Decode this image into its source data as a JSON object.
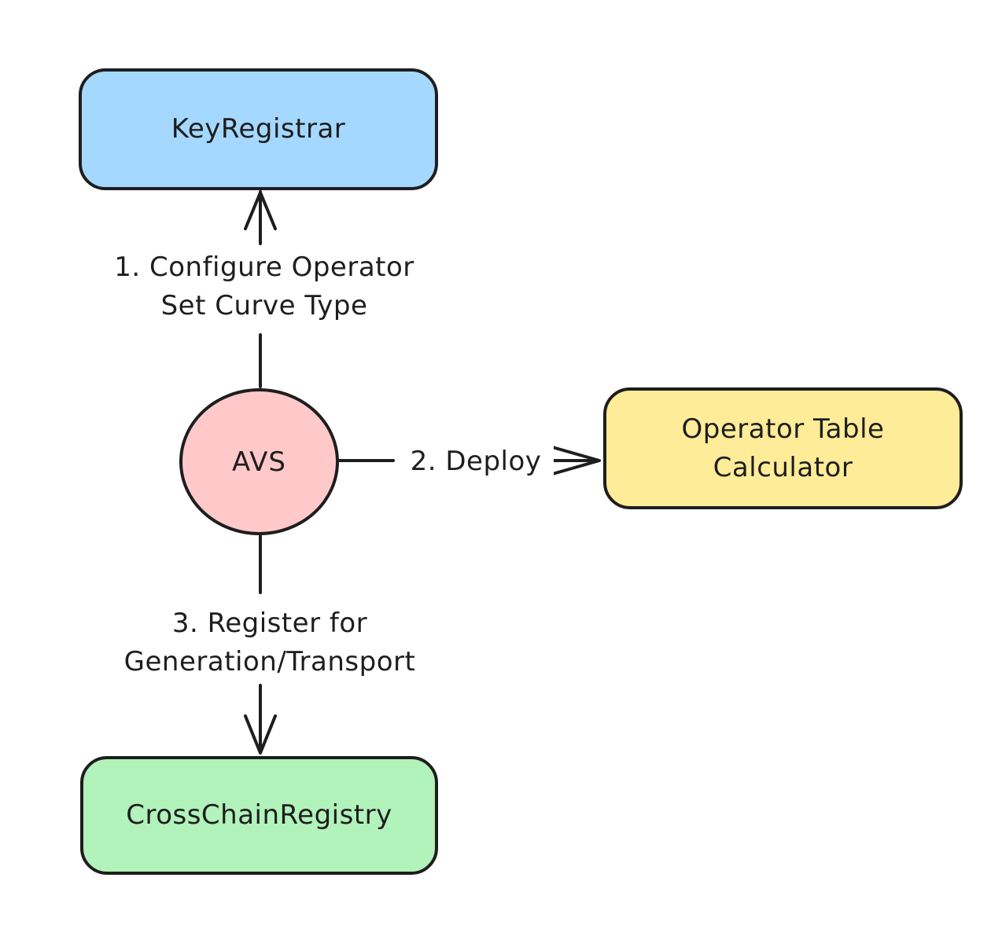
{
  "diagram": {
    "background": "#ffffff",
    "stroke_color": "#1e1e1e",
    "nodes": {
      "key_registrar": {
        "label": "KeyRegistrar",
        "fill": "#a5d8ff",
        "shape": "rounded-rect"
      },
      "avs": {
        "label": "AVS",
        "fill": "#ffc9c9",
        "shape": "ellipse"
      },
      "operator_table_calculator": {
        "lines": [
          "Operator Table",
          "Calculator"
        ],
        "fill": "#ffec99",
        "shape": "rounded-rect"
      },
      "cross_chain_registry": {
        "label": "CrossChainRegistry",
        "fill": "#b2f2bb",
        "shape": "rounded-rect"
      }
    },
    "edges": [
      {
        "from": "avs",
        "to": "key_registrar",
        "direction": "up",
        "lines": [
          "1. Configure Operator",
          "Set Curve Type"
        ]
      },
      {
        "from": "avs",
        "to": "operator_table_calculator",
        "direction": "right",
        "lines": [
          "2. Deploy"
        ]
      },
      {
        "from": "avs",
        "to": "cross_chain_registry",
        "direction": "down",
        "lines": [
          "3. Register for",
          "Generation/Transport"
        ]
      }
    ]
  }
}
